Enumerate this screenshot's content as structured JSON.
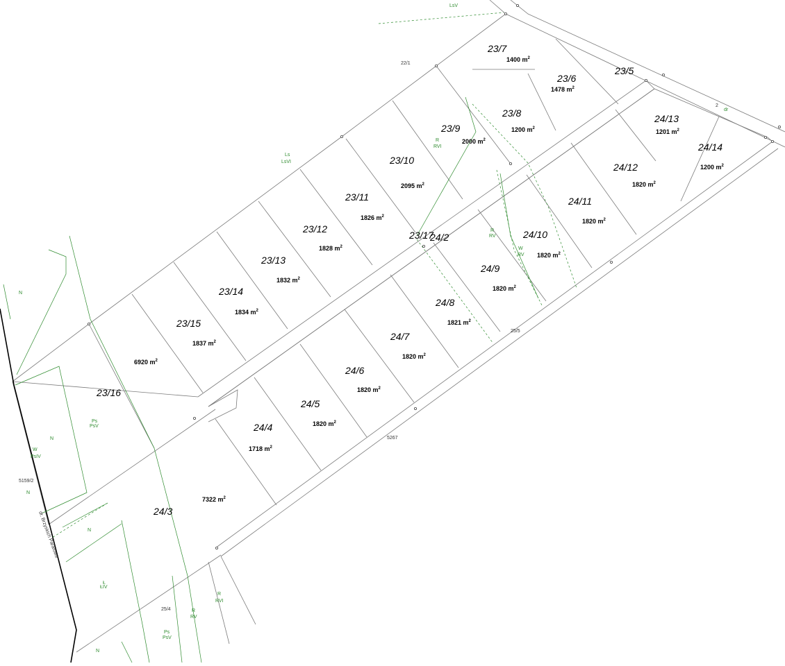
{
  "parcels": [
    {
      "id": "23/5",
      "area": ""
    },
    {
      "id": "23/6",
      "area": "1478 m"
    },
    {
      "id": "23/7",
      "area": "1400 m"
    },
    {
      "id": "23/8",
      "area": "1200 m"
    },
    {
      "id": "23/9",
      "area": "2000 m"
    },
    {
      "id": "23/10",
      "area": "2095 m"
    },
    {
      "id": "23/11",
      "area": "1826 m"
    },
    {
      "id": "23/12",
      "area": "1828 m"
    },
    {
      "id": "23/13",
      "area": "1832 m"
    },
    {
      "id": "23/14",
      "area": "1834 m"
    },
    {
      "id": "23/15",
      "area": "1837 m"
    },
    {
      "id": "23/16",
      "area": "6920 m"
    },
    {
      "id": "23/17",
      "area": ""
    },
    {
      "id": "24/2",
      "area": ""
    },
    {
      "id": "24/3",
      "area": "7322 m"
    },
    {
      "id": "24/4",
      "area": "1718 m"
    },
    {
      "id": "24/5",
      "area": "1820 m"
    },
    {
      "id": "24/6",
      "area": "1820 m"
    },
    {
      "id": "24/7",
      "area": "1820 m"
    },
    {
      "id": "24/8",
      "area": "1821 m"
    },
    {
      "id": "24/9",
      "area": "1820 m"
    },
    {
      "id": "24/10",
      "area": "1820 m"
    },
    {
      "id": "24/11",
      "area": "1820 m"
    },
    {
      "id": "24/12",
      "area": "1820 m"
    },
    {
      "id": "24/13",
      "area": "1201 m"
    },
    {
      "id": "24/14",
      "area": "1200 m"
    }
  ],
  "area_unit_exponent": "2",
  "land_use_labels": [
    "LsV",
    "Ls",
    "LsVI",
    "R",
    "RVI",
    "R",
    "RV",
    "W",
    "RV",
    "N",
    "Ps",
    "PsV",
    "N",
    "W",
    "PsIV",
    "N",
    "N",
    "Ł",
    "ŁIV",
    "R",
    "RVI",
    "R",
    "RV",
    "Ps",
    "PsV",
    "N",
    "dr"
  ],
  "plot_numbers": [
    "22/1",
    "2",
    "25/5",
    "5267",
    "5159/2",
    "25/4"
  ],
  "road_name": "dr. Brzyskich Parafowe",
  "colors": {
    "boundary": "#7a7a7a",
    "land_use": "#2e8b2e",
    "text": "#000000"
  }
}
